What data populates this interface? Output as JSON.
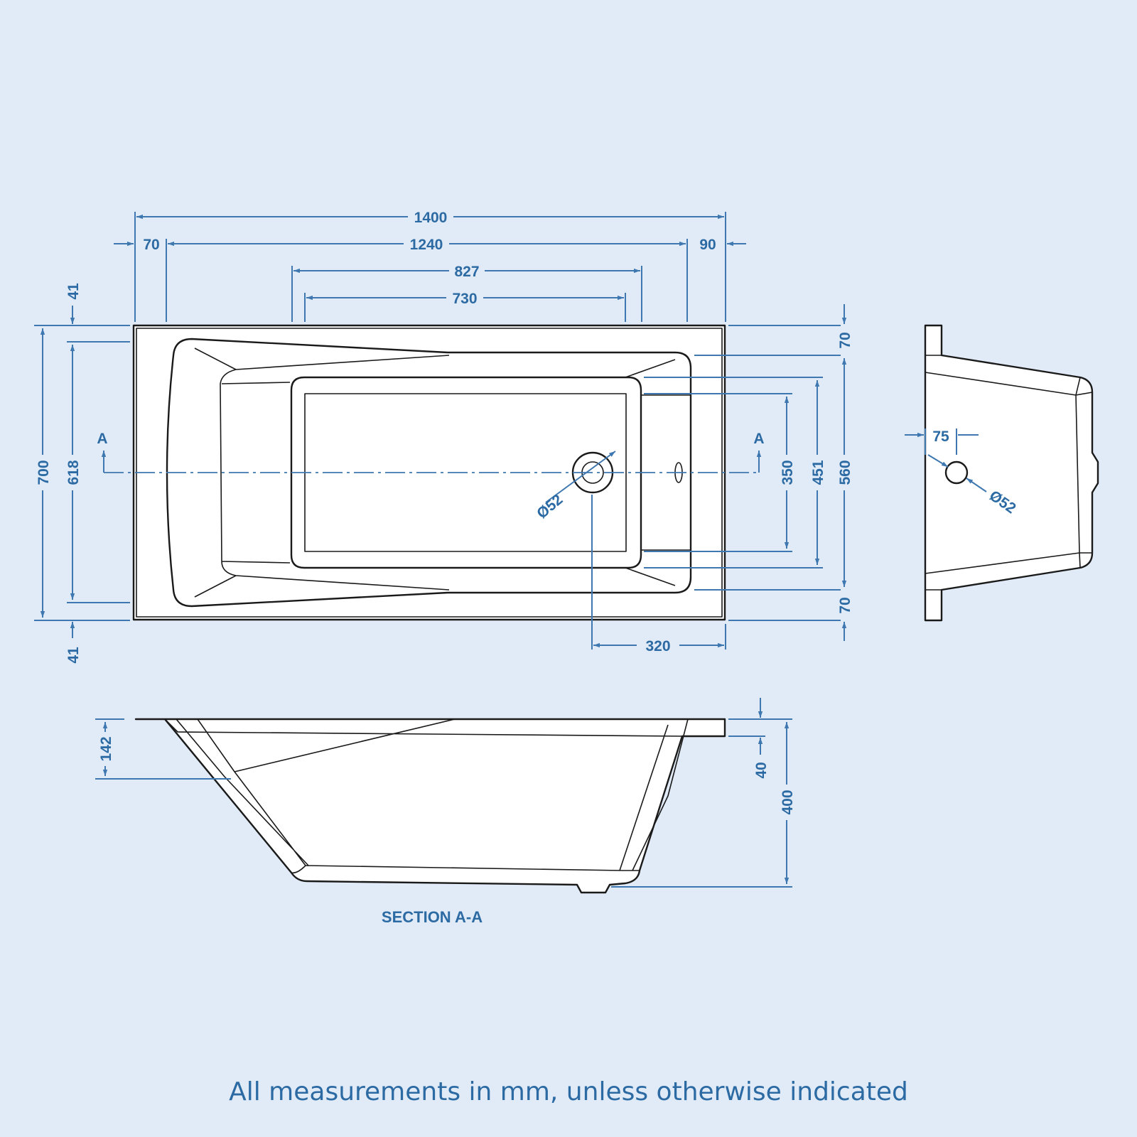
{
  "colors": {
    "background": "#e1ebf7",
    "dimension": "#2c6aa3",
    "outline": "#1a1a1a",
    "fill": "#ffffff"
  },
  "plan": {
    "dims": {
      "overall_length": "1400",
      "left_rim": "70",
      "inner_length": "1240",
      "right_rim": "90",
      "base_length_outer": "827",
      "base_length_inner": "730",
      "top_rim_left": "41",
      "bottom_rim_left": "41",
      "overall_width": "700",
      "inner_width_left": "618",
      "base_width_inner": "350",
      "base_width_outer": "451",
      "inner_width_right": "560",
      "top_rim_right": "70",
      "bottom_rim_right": "70",
      "waste_diameter": "Ø52",
      "waste_offset": "320"
    },
    "section_marker_left": "A",
    "section_marker_right": "A"
  },
  "end_view": {
    "dims": {
      "overflow_offset": "75",
      "overflow_diameter": "Ø52"
    }
  },
  "section": {
    "title": "SECTION A-A",
    "dims": {
      "backrest_drop": "142",
      "rim_height": "40",
      "overall_depth": "400"
    }
  },
  "footer": {
    "note": "All measurements in mm, unless otherwise indicated"
  }
}
